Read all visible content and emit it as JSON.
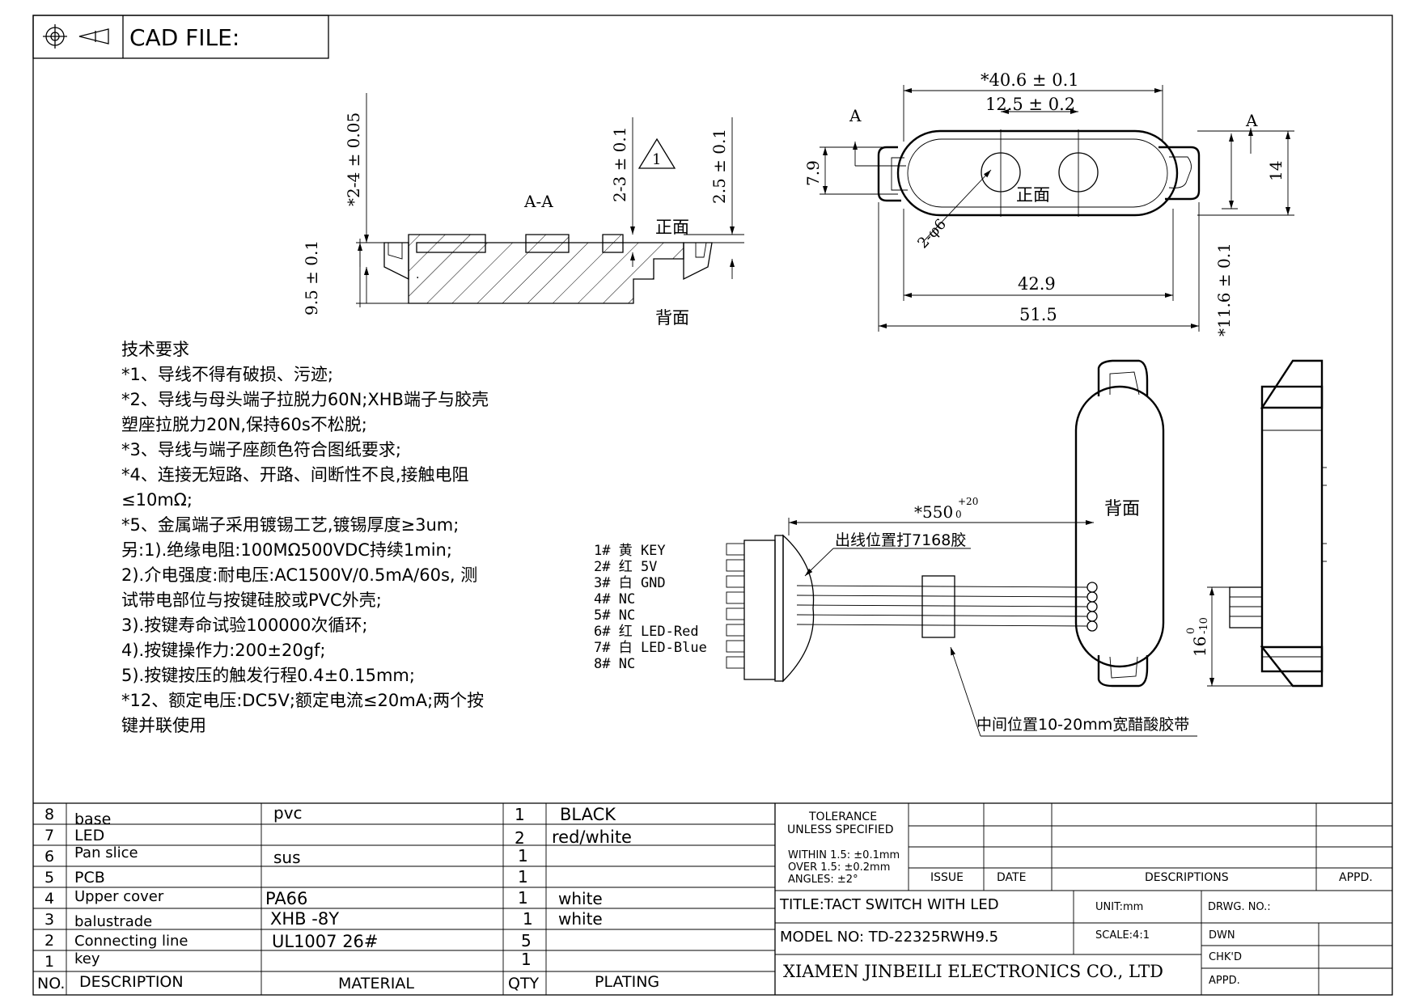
{
  "header": {
    "title": "CAD FILE:"
  },
  "section_label": "A-A",
  "section_marker": "A",
  "revision_mark": "1",
  "dimensions": {
    "top_width": "*40.6 ± 0.1",
    "hole_spacing": "12.5 ± 0.2",
    "height_7_9": "7.9",
    "height_14": "14",
    "hole_dia": "2-φ6",
    "width_42_9": "42.9",
    "width_51_5": "51.5",
    "height_11_6": "*11.6 ± 0.1",
    "sec_2_4": "*2-4 ± 0.05",
    "sec_2_3": "2-3 ± 0.1",
    "sec_2_5": "2.5 ± 0.1",
    "sec_9_5": "9.5 ± 0.1",
    "cable_length": "*550",
    "cable_tol": "+20",
    "cable_tol_low": "0",
    "conn_16": "16",
    "conn_16_tol": "0",
    "conn_16_tol_low": "-10"
  },
  "labels": {
    "front": "正面",
    "back": "背面",
    "glue_note": "出线位置打7168胶",
    "tape_note": "中间位置10-20mm宽醋酸胶带"
  },
  "pins": [
    "1# 黄 KEY",
    "2# 红 5V",
    "3# 白 GND",
    "4# NC",
    "5# NC",
    "6# 红 LED-Red",
    "7# 白 LED-Blue",
    "8# NC"
  ],
  "tech_requirements": [
    "技术要求",
    "*1、导线不得有破损、污迹;",
    "*2、导线与母头端子拉脱力60N;XHB端子与胶壳",
    "塑座拉脱力20N,保持60s不松脱;",
    "*3、导线与端子座颜色符合图纸要求;",
    "*4、连接无短路、开路、间断性不良,接触电阻",
    "≤10mΩ;",
    "*5、金属端子采用镀锡工艺,镀锡厚度≥3um;",
    "另:1).绝缘电阻:100MΩ500VDC持续1min;",
    "2).介电强度:耐电压:AC1500V/0.5mA/60s, 测",
    "试带电部位与按键硅胶或PVC外壳;",
    "3).按键寿命试验100000次循环;",
    "4).按键操作力:200±20gf;",
    "5).按键按压的触发行程0.4±0.15mm;",
    "*12、额定电压:DC5V;额定电流≤20mA;两个按",
    "键并联使用"
  ],
  "bom": {
    "rows": [
      {
        "no": "8",
        "desc": "base",
        "material": "pvc",
        "qty": "1",
        "plating": "BLACK"
      },
      {
        "no": "7",
        "desc": "LED",
        "material": "",
        "qty": "2",
        "plating": "red/white"
      },
      {
        "no": "6",
        "desc": "Pan slice",
        "material": "sus",
        "qty": "1",
        "plating": ""
      },
      {
        "no": "5",
        "desc": "PCB",
        "material": "",
        "qty": "1",
        "plating": ""
      },
      {
        "no": "4",
        "desc": "Upper cover",
        "material": "PA66",
        "qty": "1",
        "plating": "white"
      },
      {
        "no": "3",
        "desc": "balustrade",
        "material": "XHB -8Y",
        "qty": "1",
        "plating": "white"
      },
      {
        "no": "2",
        "desc": "Connecting line",
        "material": "UL1007 26#",
        "qty": "5",
        "plating": ""
      },
      {
        "no": "1",
        "desc": "key",
        "material": "",
        "qty": "1",
        "plating": ""
      }
    ],
    "header": {
      "no": "NO.",
      "desc": "DESCRIPTION",
      "material": "MATERIAL",
      "qty": "QTY",
      "plating": "PLATING"
    }
  },
  "title_block": {
    "tolerance_title": "TOLERANCE",
    "tolerance_sub": "UNLESS SPECIFIED",
    "tol_1": "WITHIN 1.5: ±0.1mm",
    "tol_2": "OVER 1.5:  ±0.2mm",
    "tol_3": "ANGLES: ±2°",
    "issue": "ISSUE",
    "date": "DATE",
    "descriptions": "DESCRIPTIONS",
    "appd": "APPD.",
    "title": "TITLE:TACT SWITCH WITH LED",
    "unit": "UNIT:mm",
    "drwg_no": "DRWG. NO.:",
    "model": "MODEL NO: TD-22325RWH9.5",
    "scale": "SCALE:4:1",
    "dwn": "DWN",
    "chkd": "CHK'D",
    "appd2": "APPD.",
    "company": "XIAMEN JINBEILI ELECTRONICS CO., LTD"
  }
}
